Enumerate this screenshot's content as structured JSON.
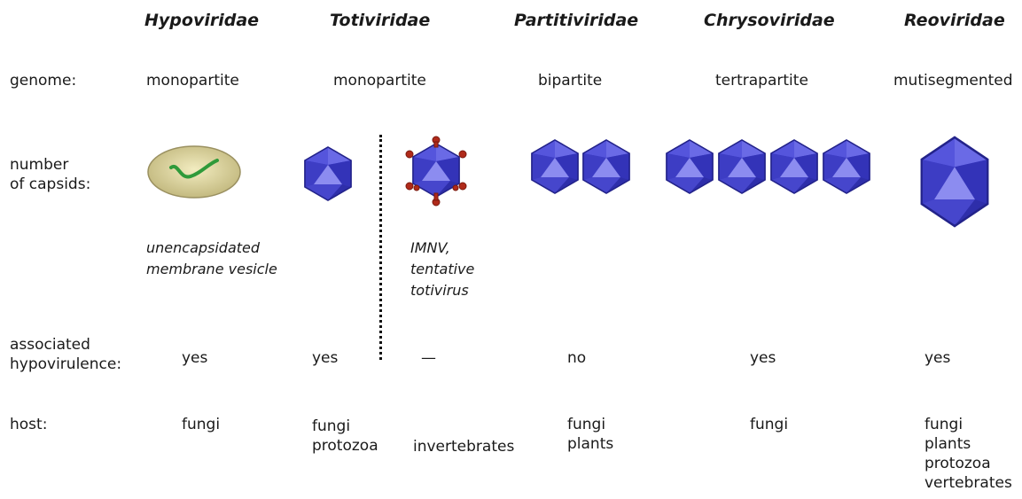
{
  "families": {
    "hypoviridae": "Hypoviridae",
    "totiviridae": "Totiviridae",
    "partitiviridae": "Partitiviridae",
    "chrysoviridae": "Chrysoviridae",
    "reoviridae": "Reoviridae"
  },
  "row_labels": {
    "genome": "genome:",
    "capsids_1": "number",
    "capsids_2": "of capsids:",
    "hypo_1": "associated",
    "hypo_2": "hypovirulence:",
    "host": "host:"
  },
  "genome": {
    "hypoviridae": "monopartite",
    "totiviridae": "monopartite",
    "partitiviridae": "bipartite",
    "chrysoviridae": "tertrapartite",
    "reoviridae": "mutisegmented"
  },
  "notes": {
    "hypoviridae": [
      "unencapsidated",
      "membrane vesicle"
    ],
    "imnv": [
      "IMNV,",
      "tentative",
      "totivirus"
    ]
  },
  "hypovirulence": {
    "hypoviridae": "yes",
    "totiviridae": "yes",
    "imnv": "—",
    "partitiviridae": "no",
    "chrysoviridae": "yes",
    "reoviridae": "yes"
  },
  "host": {
    "hypoviridae": [
      "fungi"
    ],
    "totiviridae": [
      "fungi",
      "protozoa"
    ],
    "imnv": [
      "invertebrates"
    ],
    "partitiviridae": [
      "fungi",
      "plants"
    ],
    "chrysoviridae": [
      "fungi"
    ],
    "reoviridae": [
      "fungi",
      "plants",
      "protozoa",
      "vertebrates"
    ]
  },
  "icons": {
    "vesicle": "membrane-vesicle-icon",
    "capsid": "icosahedral-capsid-icon",
    "spiked_capsid": "spiked-capsid-icon"
  },
  "colors": {
    "capsid_face": "#5a5ae0",
    "capsid_dark": "#2f2fb0",
    "capsid_light": "#8f8ff0",
    "vesicle_fill": "#e6dfaa",
    "vesicle_rna": "#2f9a3a",
    "spike": "#b02a1a"
  }
}
